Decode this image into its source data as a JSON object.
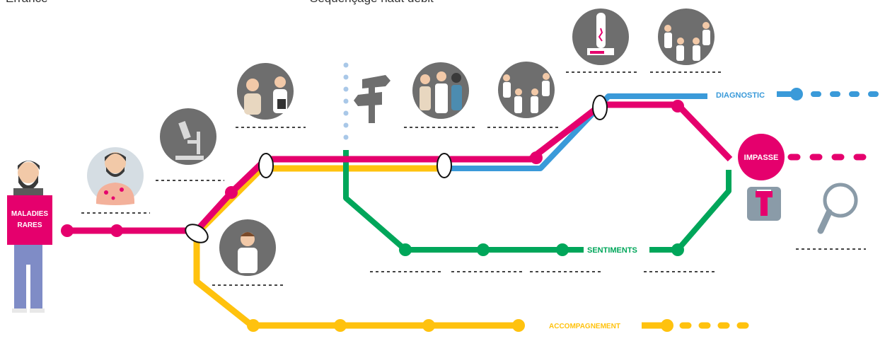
{
  "top_texts": {
    "left": "Errance",
    "center": "Séquençage haut débit"
  },
  "start_sign": {
    "line1": "MALADIES",
    "line2": "RARES"
  },
  "impasse": {
    "label": "IMPASSE"
  },
  "lines": {
    "diagnostic": {
      "label": "DIAGNOSTIC",
      "color": "#3A9AD9"
    },
    "sentiments": {
      "label": "SENTIMENTS",
      "color": "#00A65A"
    },
    "accompagnement": {
      "label": "ACCOMPAGNEMENT",
      "color": "#FFC20E"
    },
    "main": {
      "color": "#E5006D"
    }
  },
  "colors": {
    "icon_gray": "#6E6E6E",
    "patient_bg": "#D5DDE3",
    "magenta": "#E5006D",
    "search_gray": "#8A9BA8"
  }
}
